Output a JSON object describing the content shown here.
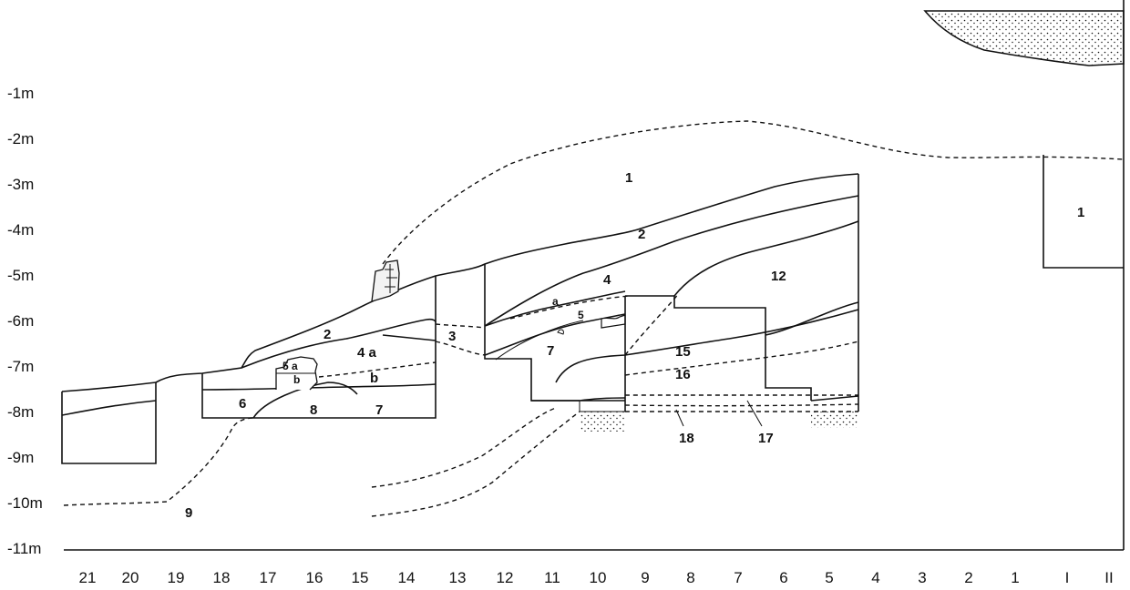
{
  "depth_labels": [
    "-1m",
    "-2m",
    "-3m",
    "-4m",
    "-5m",
    "-6m",
    "-7m",
    "-8m",
    "-9m",
    "-10m",
    "-11m"
  ],
  "grid_labels": [
    "21",
    "20",
    "19",
    "18",
    "17",
    "16",
    "15",
    "14",
    "13",
    "12",
    "11",
    "10",
    "9",
    "8",
    "7",
    "6",
    "5",
    "4",
    "3",
    "2",
    "1",
    "I",
    "II"
  ],
  "layers": {
    "l1_top": "1",
    "l1_right": "1",
    "l2_right": "2",
    "l2_left": "2",
    "l3": "3",
    "l4": "4",
    "l4a": "4 a",
    "l5a": "5 a",
    "l5b": "b",
    "lb": "b",
    "la": "a",
    "l5": "5",
    "l6": "6",
    "l7_left": "7",
    "l7_mid": "7",
    "l8": "8",
    "l9": "9",
    "l12": "12",
    "l15": "15",
    "l16": "16",
    "l17": "17",
    "l18": "18"
  },
  "colors": {
    "ink": "#111111",
    "paper": "#ffffff"
  }
}
